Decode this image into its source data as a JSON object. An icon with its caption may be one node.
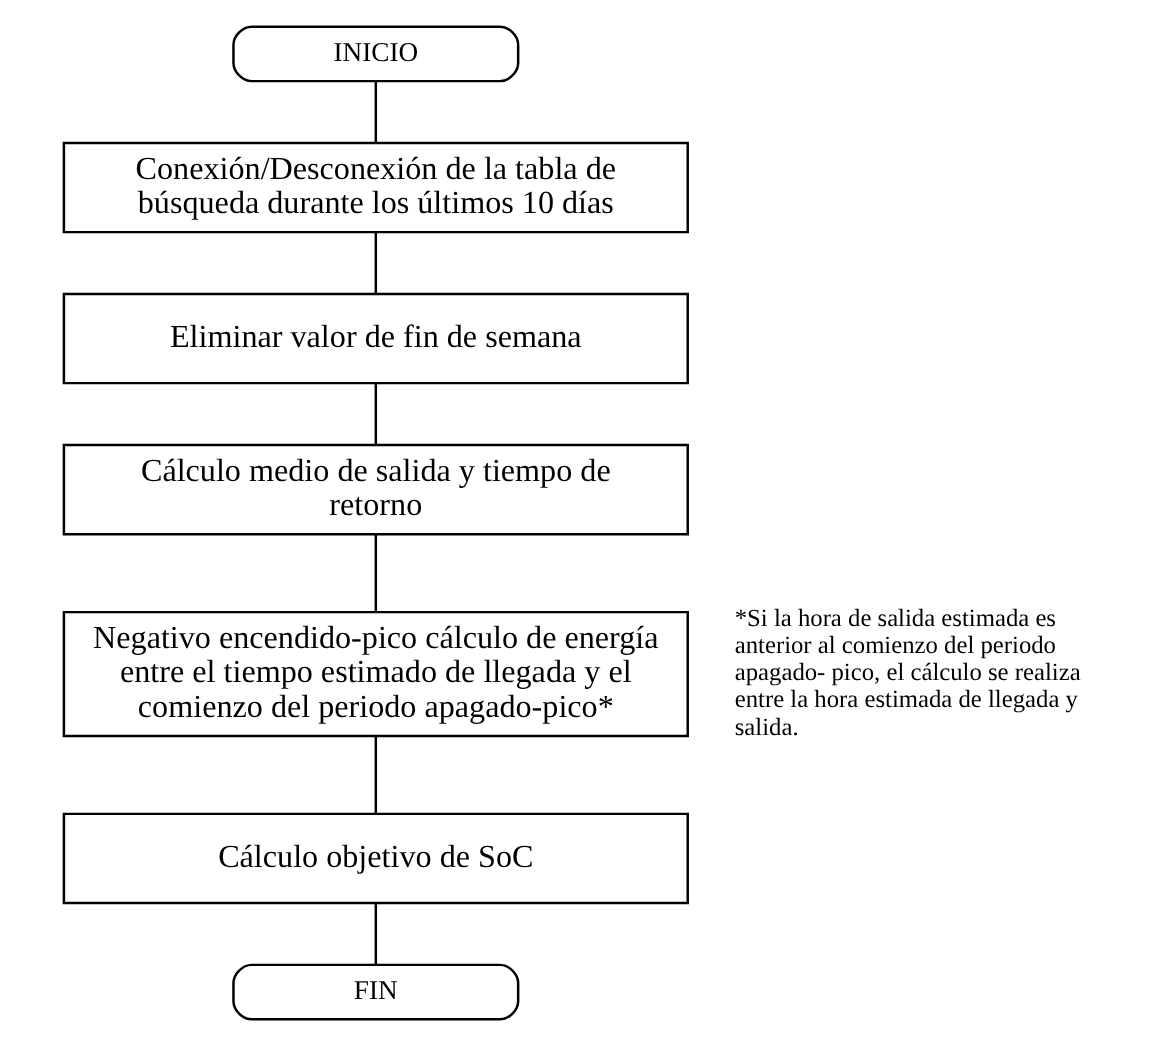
{
  "diagram": {
    "nodes": [
      {
        "text": [
          "INICIO"
        ]
      },
      {
        "text": [
          "Conexión/Desconexión de la tabla de búsqueda durante los últimos 10 días"
        ]
      },
      {
        "text": [
          "Eliminar valor de fin de semana"
        ]
      },
      {
        "text": [
          "Cálculo medio de salida y tiempo de retorno"
        ]
      },
      {
        "text": [
          "Negativo encendido-pico cálculo de energía entre el tiempo estimado de llegada y el comienzo del periodo apagado-pico*"
        ],
        "beside": [
          "*Si la hora de salida estimada es anterior al comienzo del periodo apagado- pico, el cálculo se realiza entre la hora estimada de llegada y salida."
        ]
      },
      {
        "text": [
          "Cálculo objetivo de SoC"
        ]
      },
      {
        "text": [
          "FIN"
        ]
      }
    ],
    "edges": [
      {
        "from": 0,
        "to": 1,
        "arrow": "none"
      },
      {
        "from": 1,
        "to": 2,
        "arrow": "none"
      },
      {
        "from": 2,
        "to": 3,
        "arrow": "none"
      },
      {
        "from": 3,
        "to": 4,
        "arrow": "none"
      },
      {
        "from": 4,
        "to": 5,
        "arrow": "none"
      },
      {
        "from": 5,
        "to": 6,
        "arrow": "none"
      }
    ]
  }
}
